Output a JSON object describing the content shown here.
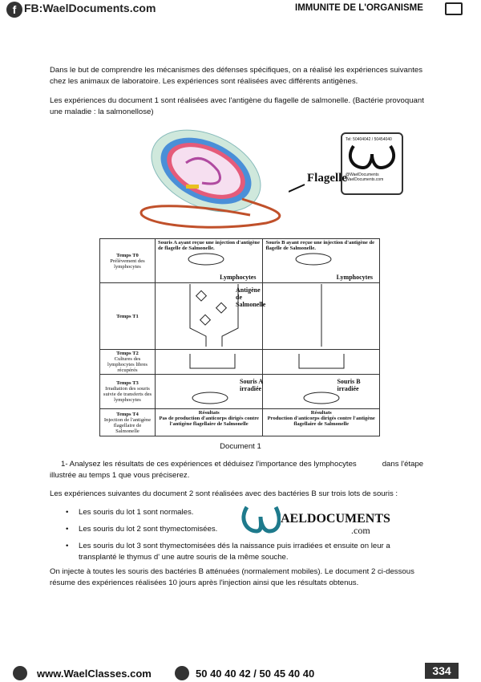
{
  "header": {
    "facebook": "FB:WaelDocuments.com",
    "topic": "IMMUNITE DE L'ORGANISME"
  },
  "intro": {
    "p1": "Dans le but de comprendre les mécanismes des défenses spécifiques, on a réalisé les expériences suivantes chez les animaux de laboratoire. Les expériences sont réalisées avec différents antigènes.",
    "p2": "Les expériences du document 1 sont réalisées avec l'antigène du flagelle de salmonelle. (Bactérie provoquant une maladie : la salmonellose)"
  },
  "figure": {
    "flagelle_label": "Flagelle",
    "stamp": {
      "tel": "Tel: 50404042 / 50454040",
      "line1": "@WaelDocuments",
      "line2": "WaelDocuments.com"
    }
  },
  "table": {
    "col_a": "Souris A ayant reçue une injection d'antigène de flagelle de Salmonelle.",
    "col_b": "Souris B ayant reçue une injection d'antigène de flagelle de Salmonelle.",
    "rows": [
      {
        "label": "Temps T0",
        "sub": "Prélèvement des lymphocytes"
      },
      {
        "label": "Temps T1",
        "sub": ""
      },
      {
        "label": "Temps T2",
        "sub": "Cultures des lymphocytes libres récupérés"
      },
      {
        "label": "Temps T3",
        "sub": "Irradiation des souris suivie de transferts des lymphocytes"
      },
      {
        "label": "Temps T4",
        "sub": "Injection de l'antigène flagellaire de Salmonelle"
      }
    ],
    "lymphocytes": "Lymphocytes",
    "antigene": "Antigène de Salmonelle",
    "souris_a": "Souris A irradiée",
    "souris_b": "Souris B irradiée",
    "result_title": "Résultats",
    "result_a": "Pas de production d'anticorps dirigés contre l'antigène flagellaire de Salmonelle",
    "result_b": "Production d'anticorps dirigés contre l'antigène flagellaire de Salmonelle"
  },
  "caption": "Document 1",
  "question": "1- Analysez les résultats de ces expériences et déduisez l'importance des lymphocytes            dans l'étape illustrée au temps 1 que vous préciserez.",
  "doc2_intro": "Les expériences suivantes du document 2 sont réalisées avec des bactéries B sur trois lots de souris :",
  "bullets": [
    "Les souris du lot 1 sont normales.",
    "Les souris du lot 2 sont thymectomisées.",
    "Les souris du lot 3 sont thymectomisées dés la naissance puis irradiées et ensuite on leur a transplanté le thymus d' une autre souris de la même souche."
  ],
  "logo": {
    "name": "AELDOCUMENTS",
    "tld": ".com"
  },
  "closing": "On injecte à toutes les souris des bactéries B atténuées (normalement mobiles). Le document 2 ci-dessous résume des expériences réalisées 10 jours après l'injection ainsi que les résultats obtenus.",
  "footer": {
    "website": "www.WaelClasses.com",
    "phone": "50 40 40 42 / 50 45 40 40",
    "page": "334"
  },
  "colors": {
    "logo_teal": "#1e7a8c",
    "dark": "#333333"
  }
}
